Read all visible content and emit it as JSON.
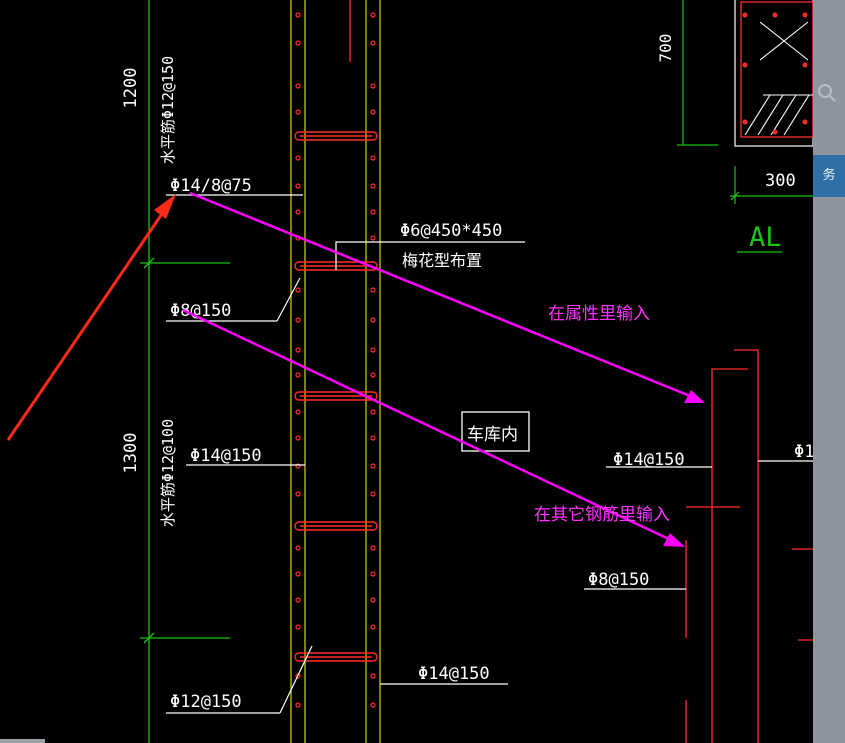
{
  "drawing": {
    "dimensions": {
      "upper": "1200",
      "lower": "1300",
      "right_top": "700",
      "right_width": "300"
    },
    "labels": {
      "horiz_bar_upper": "水平筋Φ12@150",
      "horiz_bar_lower": "水平筋Φ12@100",
      "l_14_8_75": "Φ14/8@75",
      "l_6_450": "Φ6@450*450",
      "l_plum": "梅花型布置",
      "l_8_150": "Φ8@150",
      "l_14_150_left": "Φ14@150",
      "l_12_150": "Φ12@150",
      "l_14_150_bottom": "Φ14@150",
      "l_14_150_right": "Φ14@150",
      "l_8_150_right": "Φ8@150",
      "l_phi_cut": "Φ1",
      "garage": "车库内",
      "al": "AL"
    },
    "annotations": {
      "attr_input": "在属性里输入",
      "other_rebar_input": "在其它钢筋里输入"
    },
    "colors": {
      "background": "#000000",
      "wall_line": "#c8c800",
      "rebar": "#ff2b2b",
      "dim_line": "#17c417",
      "label": "#ffffff",
      "annotation": "#ff00ff",
      "red_arrow": "#ff2a1a"
    }
  },
  "side_panel": {
    "tab_label": "务",
    "icon": "search-icon"
  }
}
